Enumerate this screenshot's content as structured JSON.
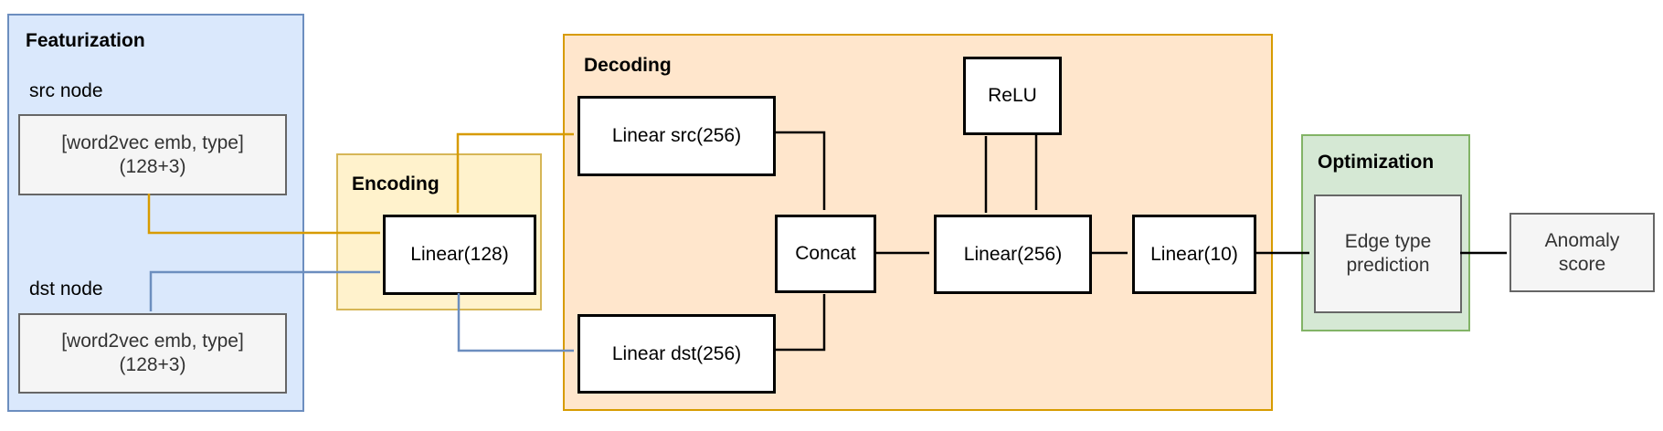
{
  "featurization": {
    "title": "Featurization",
    "src_node_label": "src node",
    "src_feature_line1": "[word2vec emb, type]",
    "src_feature_line2": "(128+3)",
    "dst_node_label": "dst node",
    "dst_feature_line1": "[word2vec emb, type]",
    "dst_feature_line2": "(128+3)"
  },
  "encoding": {
    "title": "Encoding",
    "linear_label": "Linear(128)"
  },
  "decoding": {
    "title": "Decoding",
    "linear_src_label": "Linear src(256)",
    "linear_dst_label": "Linear dst(256)",
    "concat_label": "Concat",
    "relu_label": "ReLU",
    "linear256_label": "Linear(256)",
    "linear10_label": "Linear(10)"
  },
  "optimization": {
    "title": "Optimization",
    "edge_type_line1": "Edge type",
    "edge_type_line2": "prediction"
  },
  "output": {
    "anomaly_line1": "Anomaly",
    "anomaly_line2": "score"
  },
  "colors": {
    "featurization_fill": "#dae8fc",
    "featurization_stroke": "#6c8ebf",
    "encoding_fill": "#fff2cc",
    "encoding_stroke": "#d6b656",
    "decoding_fill": "#ffe6cc",
    "decoding_stroke": "#d79b00",
    "optimization_fill": "#d5e8d4",
    "optimization_stroke": "#82b366",
    "node_fill": "#ffffff",
    "node_stroke": "#000000",
    "gray_node_fill": "#f5f5f5",
    "gray_node_stroke": "#666666",
    "gray_node_text": "#333333",
    "arrow_gold": "#d79b00",
    "arrow_blue": "#6c8ebf",
    "arrow_black": "#000000"
  }
}
